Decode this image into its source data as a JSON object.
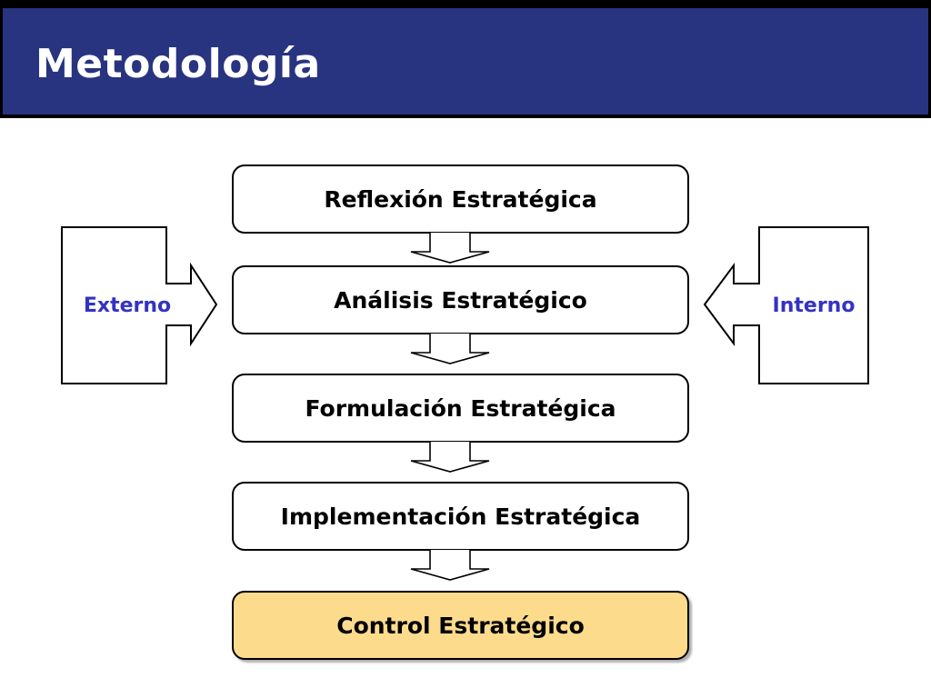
{
  "header": {
    "title": "Metodología"
  },
  "flow": {
    "steps": [
      {
        "label": "Reflexión Estratégica",
        "highlighted": false
      },
      {
        "label": "Análisis Estratégico",
        "highlighted": false
      },
      {
        "label": "Formulación Estratégica",
        "highlighted": false
      },
      {
        "label": "Implementación Estratégica",
        "highlighted": false
      },
      {
        "label": "Control Estratégico",
        "highlighted": true
      }
    ],
    "connector": "down-block-arrow"
  },
  "side_inputs": {
    "left": {
      "label": "Externo",
      "shape": "right-pointing-block-arrow",
      "target": "Análisis Estratégico"
    },
    "right": {
      "label": "Interno",
      "shape": "left-pointing-block-arrow",
      "target": "Análisis Estratégico"
    }
  },
  "colors": {
    "header_bg": "#283480",
    "header_text": "#FFFFFF",
    "outline": "#000000",
    "box_fill": "#FFFFFF",
    "highlight_fill": "#FDDB8C",
    "side_label_text": "#3333C2"
  }
}
